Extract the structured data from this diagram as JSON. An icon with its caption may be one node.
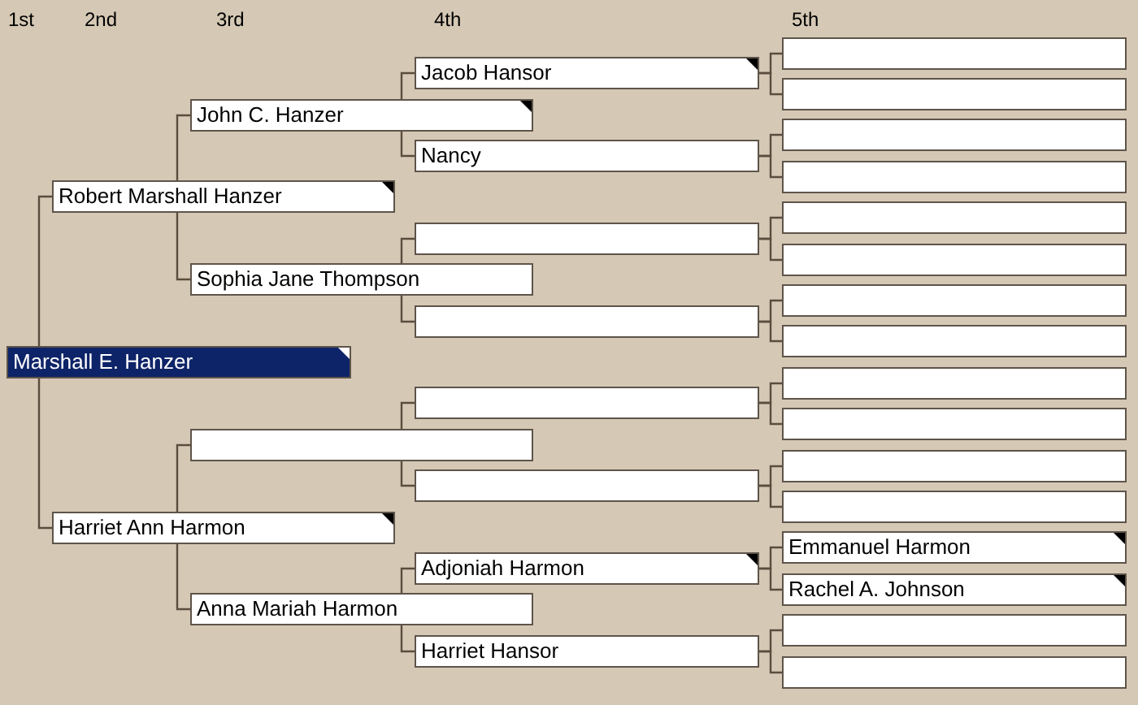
{
  "diagram": {
    "nodes": [
      {
        "text": [
          "Marshall E. Hanzer"
        ]
      },
      {
        "text": [
          "Robert Marshall Hanzer"
        ]
      },
      {
        "text": [
          "Harriet Ann Harmon"
        ]
      },
      {
        "text": [
          "John C. Hanzer"
        ]
      },
      {
        "text": [
          "Sophia Jane Thompson"
        ]
      },
      {
        "text": [],
        "shape": "box"
      },
      {
        "text": [
          "Anna Mariah Harmon"
        ]
      },
      {
        "text": [
          "Jacob Hansor"
        ]
      },
      {
        "text": [
          "Nancy"
        ]
      },
      {
        "text": [],
        "shape": "box"
      },
      {
        "text": [],
        "shape": "box"
      },
      {
        "text": [],
        "shape": "box"
      },
      {
        "text": [],
        "shape": "box"
      },
      {
        "text": [
          "Adjoniah Harmon"
        ]
      },
      {
        "text": [
          "Harriet Hansor"
        ]
      },
      {
        "text": [],
        "shape": "box"
      },
      {
        "text": [],
        "shape": "box"
      },
      {
        "text": [],
        "shape": "box"
      },
      {
        "text": [],
        "shape": "box"
      },
      {
        "text": [],
        "shape": "box"
      },
      {
        "text": [],
        "shape": "box"
      },
      {
        "text": [],
        "shape": "box"
      },
      {
        "text": [],
        "shape": "box"
      },
      {
        "text": [],
        "shape": "box"
      },
      {
        "text": [],
        "shape": "box"
      },
      {
        "text": [],
        "shape": "box"
      },
      {
        "text": [],
        "shape": "box"
      },
      {
        "text": [
          "Emmanuel Harmon"
        ]
      },
      {
        "text": [
          "Rachel A. Johnson"
        ]
      },
      {
        "text": [],
        "shape": "box"
      },
      {
        "text": [],
        "shape": "box"
      }
    ],
    "edges": [
      {
        "from": 0,
        "to": 1,
        "arrow": "none"
      },
      {
        "from": 0,
        "to": 2,
        "arrow": "none"
      },
      {
        "from": 1,
        "to": 3,
        "arrow": "none"
      },
      {
        "from": 1,
        "to": 4,
        "arrow": "none"
      },
      {
        "from": 2,
        "to": 5,
        "arrow": "none"
      },
      {
        "from": 2,
        "to": 6,
        "arrow": "none"
      },
      {
        "from": 3,
        "to": 7,
        "arrow": "none"
      },
      {
        "from": 3,
        "to": 8,
        "arrow": "none"
      },
      {
        "from": 4,
        "to": 9,
        "arrow": "none"
      },
      {
        "from": 4,
        "to": 10,
        "arrow": "none"
      },
      {
        "from": 5,
        "to": 11,
        "arrow": "none"
      },
      {
        "from": 5,
        "to": 12,
        "arrow": "none"
      },
      {
        "from": 6,
        "to": 13,
        "arrow": "none"
      },
      {
        "from": 6,
        "to": 14,
        "arrow": "none"
      },
      {
        "from": 7,
        "to": 15,
        "arrow": "none"
      },
      {
        "from": 7,
        "to": 16,
        "arrow": "none"
      },
      {
        "from": 8,
        "to": 17,
        "arrow": "none"
      },
      {
        "from": 8,
        "to": 18,
        "arrow": "none"
      },
      {
        "from": 9,
        "to": 19,
        "arrow": "none"
      },
      {
        "from": 9,
        "to": 20,
        "arrow": "none"
      },
      {
        "from": 10,
        "to": 21,
        "arrow": "none"
      },
      {
        "from": 10,
        "to": 22,
        "arrow": "none"
      },
      {
        "from": 11,
        "to": 23,
        "arrow": "none"
      },
      {
        "from": 11,
        "to": 24,
        "arrow": "none"
      },
      {
        "from": 12,
        "to": 25,
        "arrow": "none"
      },
      {
        "from": 12,
        "to": 26,
        "arrow": "none"
      },
      {
        "from": 13,
        "to": 27,
        "arrow": "none"
      },
      {
        "from": 13,
        "to": 28,
        "arrow": "none"
      },
      {
        "from": 14,
        "to": 29,
        "arrow": "none"
      },
      {
        "from": 14,
        "to": 30,
        "arrow": "none"
      }
    ],
    "labels": [
      "1st",
      "2nd",
      "3rd",
      "4th",
      "5th"
    ]
  }
}
